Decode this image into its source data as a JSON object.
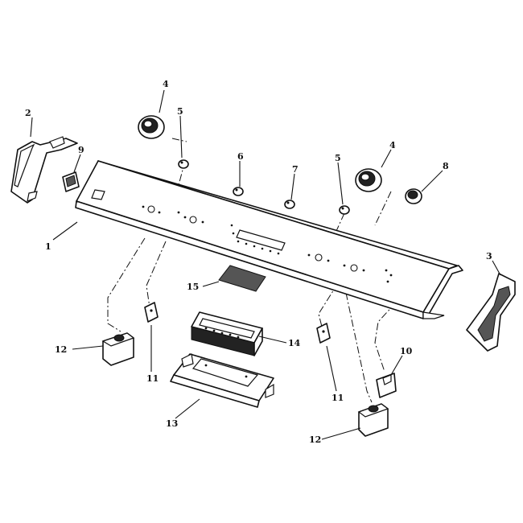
{
  "diagram": {
    "callouts": [
      {
        "id": "c1",
        "label": "1"
      },
      {
        "id": "c2",
        "label": "2"
      },
      {
        "id": "c3",
        "label": "3"
      },
      {
        "id": "c4a",
        "label": "4"
      },
      {
        "id": "c4b",
        "label": "4"
      },
      {
        "id": "c5a",
        "label": "5"
      },
      {
        "id": "c5b",
        "label": "5"
      },
      {
        "id": "c6",
        "label": "6"
      },
      {
        "id": "c7",
        "label": "7"
      },
      {
        "id": "c8",
        "label": "8"
      },
      {
        "id": "c9",
        "label": "9"
      },
      {
        "id": "c10",
        "label": "10"
      },
      {
        "id": "c11a",
        "label": "11"
      },
      {
        "id": "c11b",
        "label": "11"
      },
      {
        "id": "c12a",
        "label": "12"
      },
      {
        "id": "c12b",
        "label": "12"
      },
      {
        "id": "c13",
        "label": "13"
      },
      {
        "id": "c14",
        "label": "14"
      },
      {
        "id": "c15",
        "label": "15"
      }
    ]
  }
}
